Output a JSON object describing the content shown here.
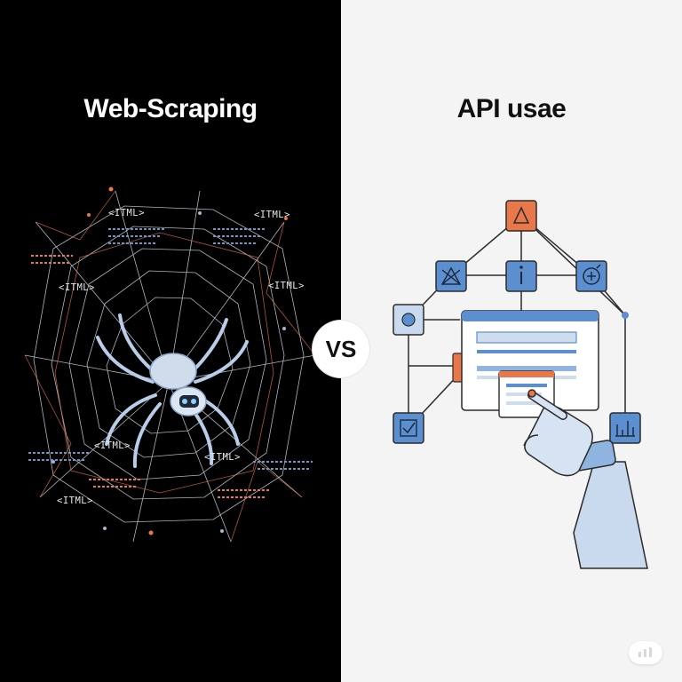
{
  "left_panel": {
    "title": "Web-Scraping",
    "tags": [
      "<ITML>",
      "<ITML>",
      "<ITML>",
      "<ITML>",
      "<ITML>",
      "<ITML>",
      "<ITML>"
    ]
  },
  "right_panel": {
    "title": "API usae"
  },
  "divider_label": "VS",
  "colors": {
    "left_background": "#000000",
    "right_background": "#f4f4f4",
    "accent_orange": "#e8774a",
    "accent_blue": "#5b8fd0",
    "spider_blue": "#b9cde8"
  },
  "icons": [
    "spider-icon",
    "triangle-icon",
    "info-icon",
    "crossed-triangle-icon",
    "plus-target-icon",
    "circle-node-icon",
    "check-box-icon",
    "chart-icon",
    "robot-hand-icon",
    "watermark-icon"
  ]
}
